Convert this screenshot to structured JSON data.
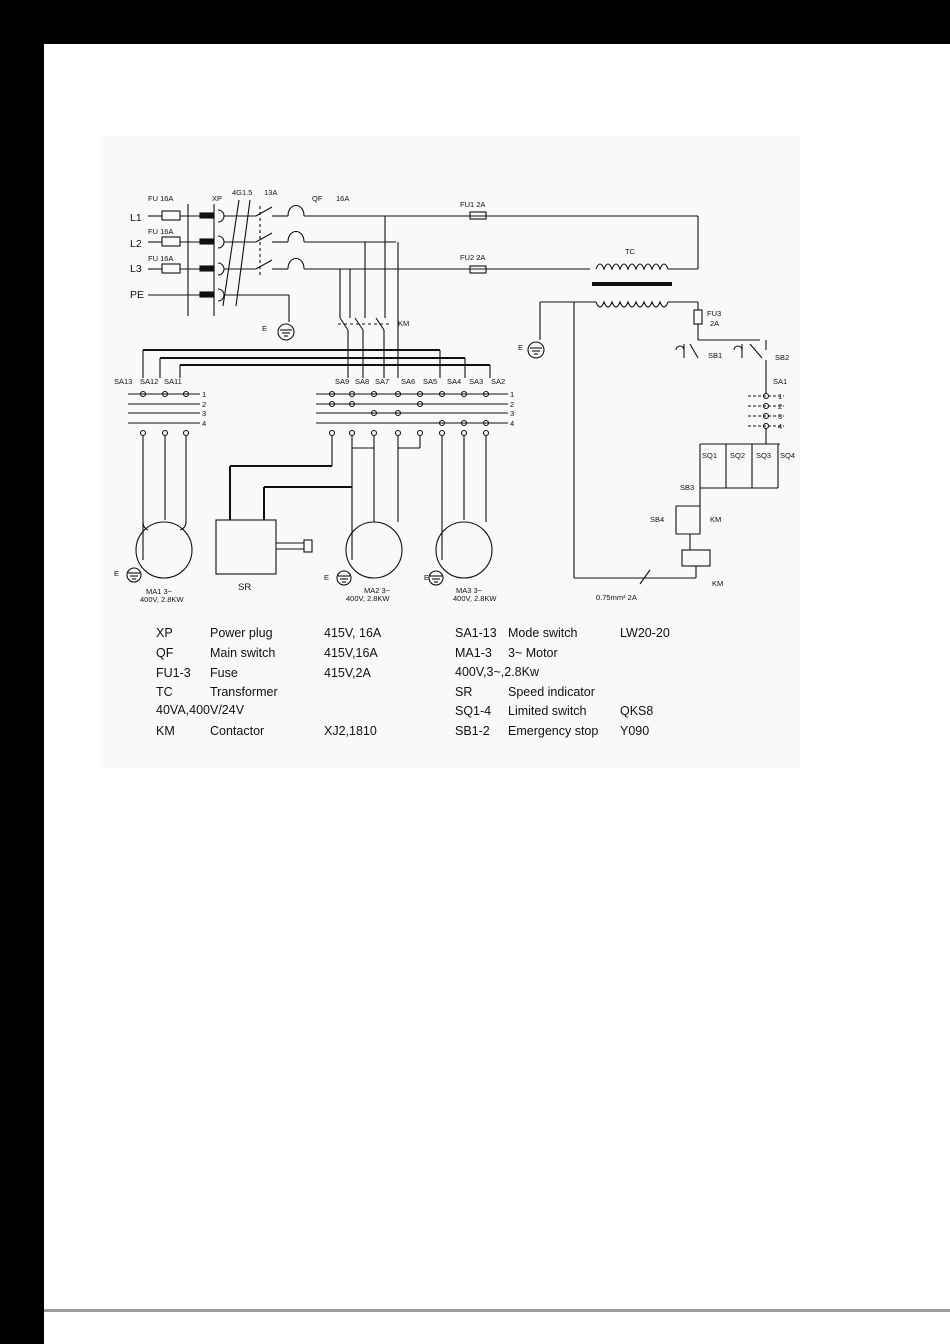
{
  "labels": {
    "l1": "L1",
    "l2": "L2",
    "l3": "L3",
    "pe": "PE",
    "fu16_1": "FU 16A",
    "fu16_2": "FU 16A",
    "fu16_3": "FU 16A",
    "xp": "XP",
    "cable": "4G1.5",
    "amp13": "13A",
    "qf": "QF",
    "qf16": "16A",
    "fu1": "FU1  2A",
    "fu2": "FU2  2A",
    "tc": "TC",
    "fu3": "FU3",
    "fu3a": "2A",
    "km_main": "KM",
    "e1": "E",
    "e2": "E",
    "sb1": "SB1",
    "sb2": "SB2",
    "sa1_right": "SA1",
    "sa13": "SA13",
    "sa12": "SA12",
    "sa11": "SA11",
    "sa9": "SA9",
    "sa8": "SA8",
    "sa7": "SA7",
    "sa6": "SA6",
    "sa5": "SA5",
    "sa4": "SA4",
    "sa3": "SA3",
    "sa2": "SA2",
    "pos1": "1",
    "pos2": "2",
    "pos3": "3",
    "pos4": "4",
    "sq1": "SQ1",
    "sq2": "SQ2",
    "sq3": "SQ3",
    "sq4": "SQ4",
    "sb3": "SB3",
    "sb4": "SB4",
    "km_coil_label": "KM",
    "km_coil": "KM",
    "wire": "0.75mm² 2A",
    "sr": "SR",
    "e_ma1": "E",
    "e_ma2": "E",
    "e_ma3": "E",
    "ma1": "MA1   3~",
    "ma1_rating": "400V, 2.8KW",
    "ma2": "MA2   3~",
    "ma2_rating": "400V, 2.8KW",
    "ma3": "MA3   3~",
    "ma3_rating": "400V, 2.8KW"
  },
  "legend_left": [
    {
      "code": "XP",
      "name": "Power plug",
      "spec": "415V, 16A"
    },
    {
      "code": "QF",
      "name": "Main switch",
      "spec": "415V,16A"
    },
    {
      "code": "FU1-3",
      "name": "Fuse",
      "spec": "415V,2A"
    },
    {
      "code": "TC",
      "name": "Transformer",
      "spec": ""
    }
  ],
  "legend_left_tc_spec": "40VA,400V/24V",
  "legend_left_km": {
    "code": "KM",
    "name": "Contactor",
    "spec": "XJ2,1810"
  },
  "legend_right": [
    {
      "code": "SA1-13",
      "name": "Mode switch",
      "spec": "LW20-20"
    },
    {
      "code": "MA1-3",
      "name": "3~ Motor",
      "spec": ""
    }
  ],
  "legend_right_motor_spec": "400V,3~,2.8Kw",
  "legend_right_rest": [
    {
      "code": "SR",
      "name": "Speed indicator",
      "spec": ""
    },
    {
      "code": "SQ1-4",
      "name": "Limited switch",
      "spec": "QKS8"
    },
    {
      "code": "SB1-2",
      "name": "Emergency stop",
      "spec": "Y090"
    }
  ]
}
